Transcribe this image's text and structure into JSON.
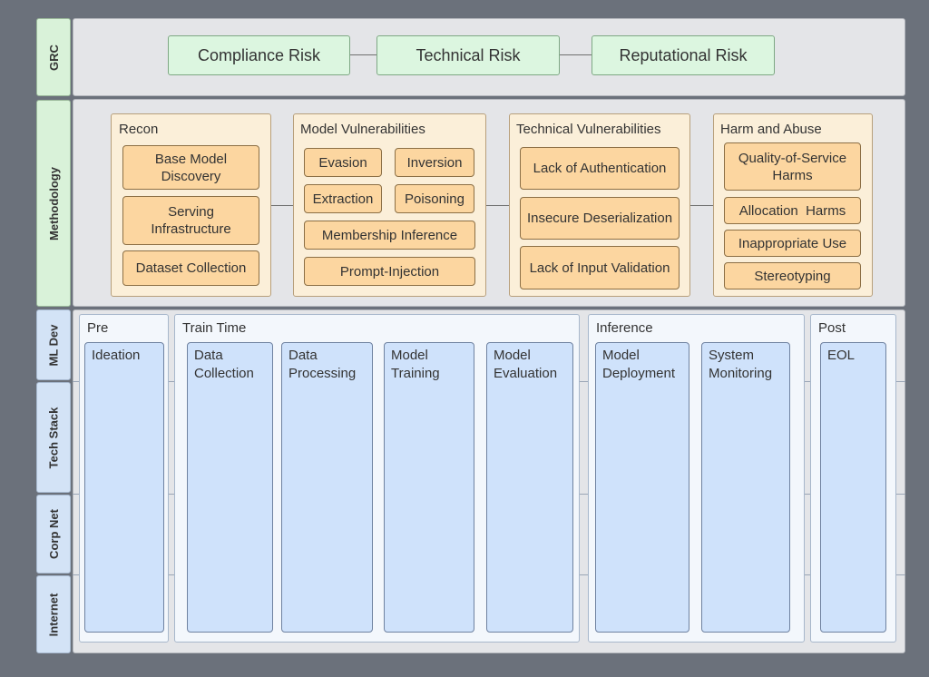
{
  "lanes": {
    "grc": "GRC",
    "methodology": "Methodology",
    "ml_dev": "ML Dev",
    "tech_stack": "Tech Stack",
    "corp_net": "Corp Net",
    "internet": "Internet"
  },
  "grc": {
    "compliance": "Compliance Risk",
    "technical": "Technical Risk",
    "reputational": "Reputational Risk"
  },
  "methodology": {
    "recon": {
      "title": "Recon",
      "items": [
        "Base Model Discovery",
        "Serving Infrastructure",
        "Dataset Collection"
      ]
    },
    "model_vuln": {
      "title": "Model Vulnerabilities",
      "items": [
        "Evasion",
        "Inversion",
        "Extraction",
        "Poisoning",
        "Membership Inference",
        "Prompt-Injection"
      ]
    },
    "tech_vuln": {
      "title": "Technical Vulnerabilities",
      "items": [
        "Lack of Authentication",
        "Insecure Deserialization",
        "Lack of Input Validation"
      ]
    },
    "harm": {
      "title": "Harm and Abuse",
      "items": [
        "Quality-of-Service Harms",
        "Allocation  Harms",
        "Inappropriate Use",
        "Stereotyping"
      ]
    }
  },
  "lifecycle": {
    "pre": {
      "title": "Pre",
      "steps": [
        [
          "Ideation"
        ]
      ]
    },
    "train": {
      "title": "Train Time",
      "steps": [
        [
          "Data",
          "Collection"
        ],
        [
          "Data",
          "Processing"
        ],
        [
          "Model",
          "Training"
        ],
        [
          "Model",
          "Evaluation"
        ]
      ]
    },
    "inference": {
      "title": "Inference",
      "steps": [
        [
          "Model",
          "Deployment"
        ],
        [
          "System",
          "Monitoring"
        ]
      ]
    },
    "post": {
      "title": "Post",
      "steps": [
        [
          "EOL"
        ]
      ]
    }
  }
}
